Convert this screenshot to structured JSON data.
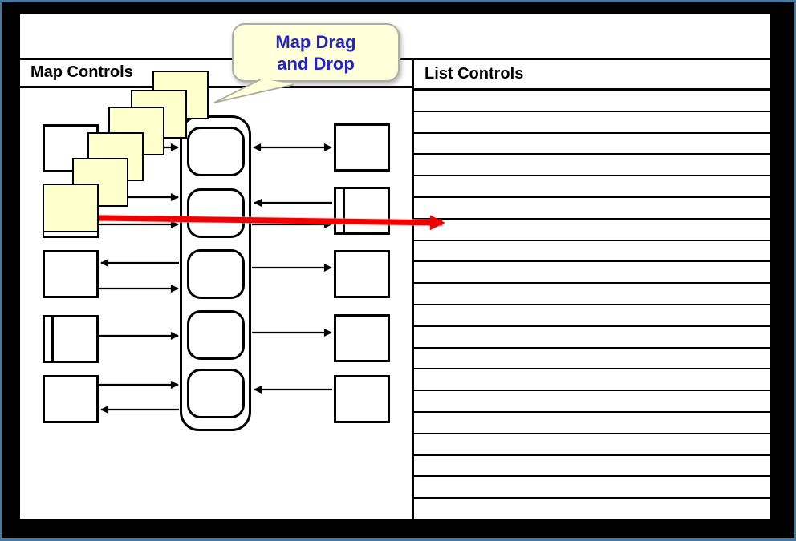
{
  "slide": {
    "outer_border_color": "#47799f",
    "frame_color": "#000000",
    "background": "#ffffff"
  },
  "map_panel": {
    "title": "Map Controls",
    "note_count": 6,
    "note_color": "#ffffcc",
    "left_box_count": 4,
    "slot_count": 5,
    "right_box_count": 5
  },
  "list_panel": {
    "title": "List Controls",
    "row_count": 20
  },
  "callout": {
    "lines": [
      "Map Drag",
      "and Drop"
    ],
    "text_color": "#2222cc",
    "fill_color": "#ffffd9"
  },
  "drag_arrow": {
    "color": "#ff0000",
    "meaning": "drag a map note into a list row"
  }
}
